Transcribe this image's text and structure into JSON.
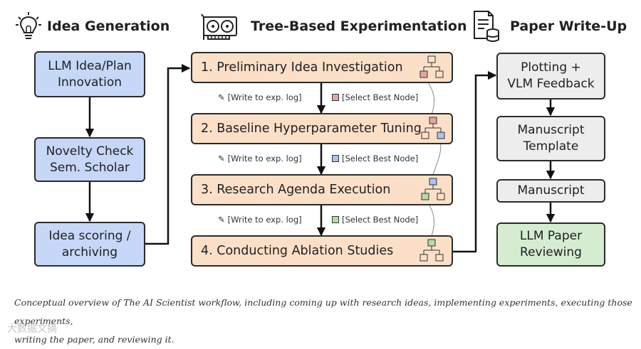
{
  "columns": {
    "idea": {
      "title": "Idea Generation",
      "icon": "lightbulb-icon"
    },
    "tree": {
      "title": "Tree-Based Experimentation",
      "icon": "gpu-card-icon"
    },
    "paper": {
      "title": "Paper Write-Up",
      "icon": "document-database-icon"
    }
  },
  "idea_boxes": [
    {
      "line1": "LLM Idea/Plan",
      "line2": "Innovation"
    },
    {
      "line1": "Novelty Check",
      "line2": "Sem. Scholar"
    },
    {
      "line1": "Idea scoring /",
      "line2": "archiving"
    }
  ],
  "stages": [
    "1.  Preliminary Idea Investigation",
    "2.  Baseline Hyperparameter Tuning",
    "3.  Research Agenda Execution",
    "4.  Conducting Ablation Studies"
  ],
  "transition_notes": {
    "write_log": "[Write to exp. log]",
    "select_best": "[Select Best Node]"
  },
  "paper_boxes": [
    {
      "line1": "Plotting +",
      "line2": "VLM Feedback"
    },
    {
      "line1": "Manuscript",
      "line2": "Template"
    },
    {
      "line1": "Manuscript",
      "line2": ""
    },
    {
      "line1": "LLM Paper",
      "line2": "Reviewing"
    }
  ],
  "caption": {
    "line1": "Conceptual overview of The AI Scientist workflow, including coming up with research ideas, implementing experiments, executing those experiments,",
    "line2": "writing the paper, and reviewing it."
  },
  "watermark": "大数据文摘",
  "colors": {
    "idea_box": "#c6d7f7",
    "stage_box": "#fbe0c7",
    "paper_box": "#ededed",
    "review_box": "#d5ecd0",
    "node_red": "#e8a3a3",
    "node_blue": "#a9c3ee",
    "node_green": "#b7dba9"
  }
}
